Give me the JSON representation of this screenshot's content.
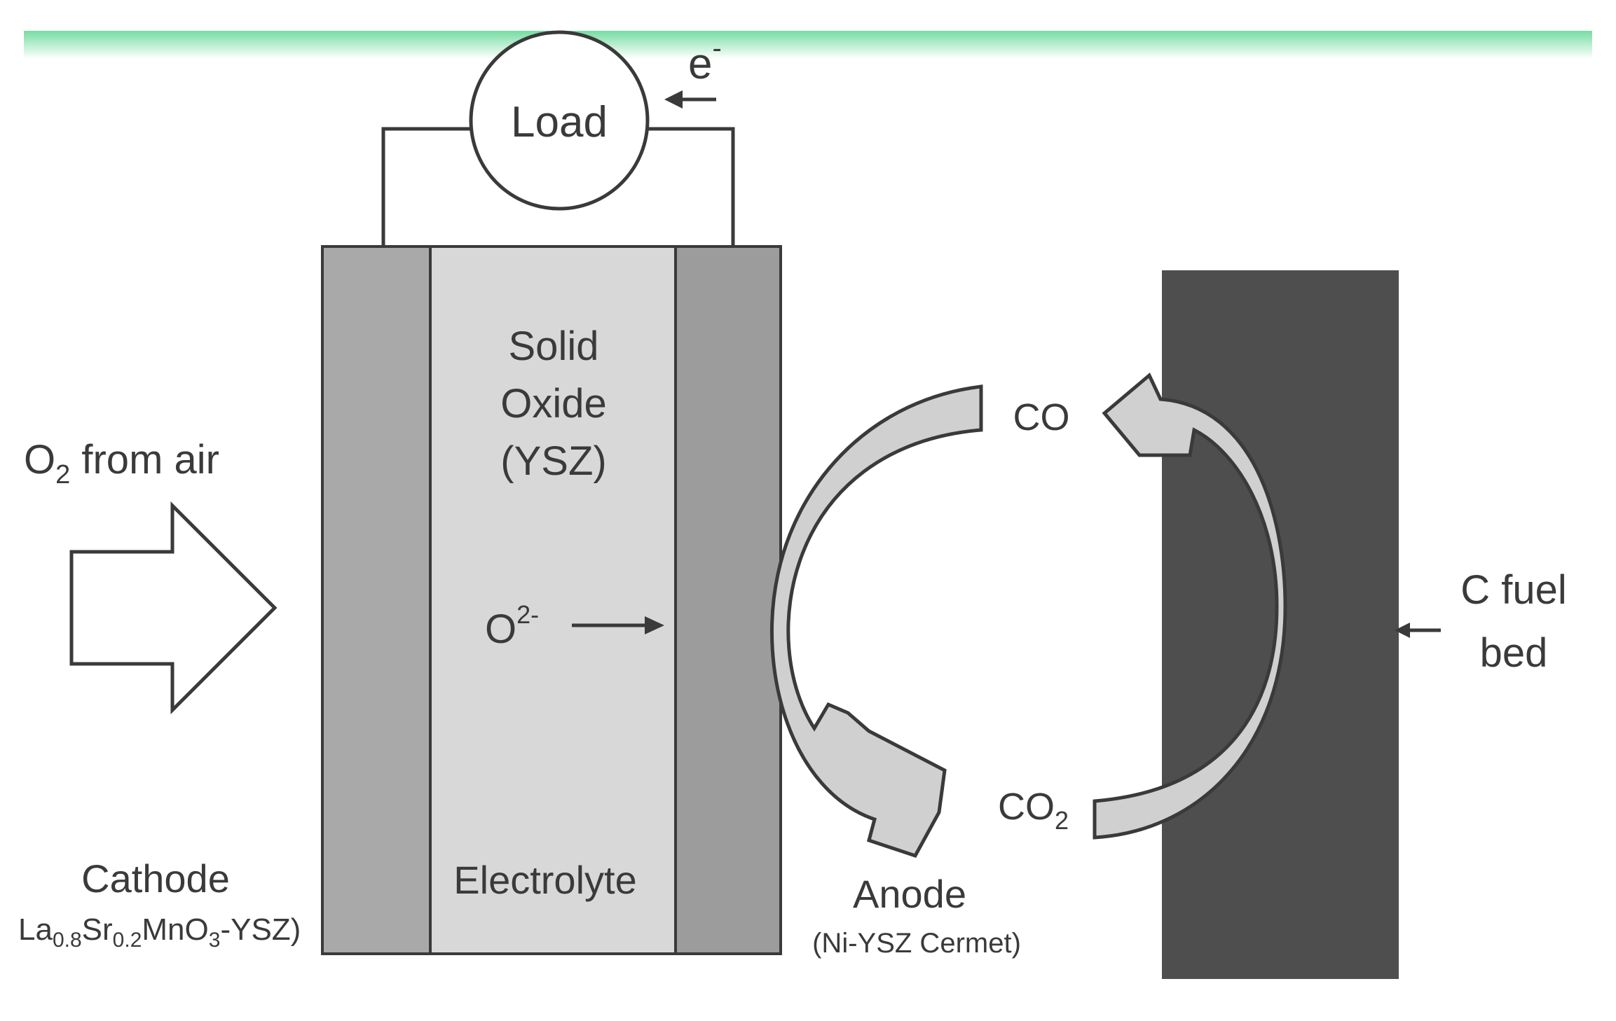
{
  "load": {
    "label": "Load"
  },
  "electron": {
    "base": "e",
    "sup": "-"
  },
  "electrolyte": {
    "material_line1": "Solid",
    "material_line2": "Oxide",
    "material_line3": "(YSZ)",
    "label": "Electrolyte"
  },
  "oxygen_ion": {
    "base": "O",
    "sup": "2-"
  },
  "oxygen_feed": {
    "base": "O",
    "sub": "2",
    "rest": " from air"
  },
  "cathode": {
    "label": "Cathode",
    "formula": [
      {
        "t": "La",
        "kind": "normal"
      },
      {
        "t": "0.8",
        "kind": "sub"
      },
      {
        "t": "Sr",
        "kind": "normal"
      },
      {
        "t": "0.2",
        "kind": "sub"
      },
      {
        "t": "MnO",
        "kind": "normal"
      },
      {
        "t": "3",
        "kind": "sub"
      },
      {
        "t": "-YSZ)",
        "kind": "normal"
      }
    ]
  },
  "anode": {
    "label": "Anode",
    "material": "(Ni-YSZ Cermet)"
  },
  "co": {
    "label": "CO"
  },
  "co2": {
    "base": "CO",
    "sub": "2"
  },
  "fuel_bed": {
    "line1": "C fuel",
    "line2": "bed"
  },
  "colors": {
    "cathode_fill": "#a9a9a9",
    "electrolyte_fill": "#d8d8d8",
    "anode_fill": "#9c9c9c",
    "fuel_bed_fill": "#4e4e4e",
    "arrow_fill": "#d0d0d0",
    "line": "#3a3a3a",
    "top_band": "#5ed692"
  }
}
